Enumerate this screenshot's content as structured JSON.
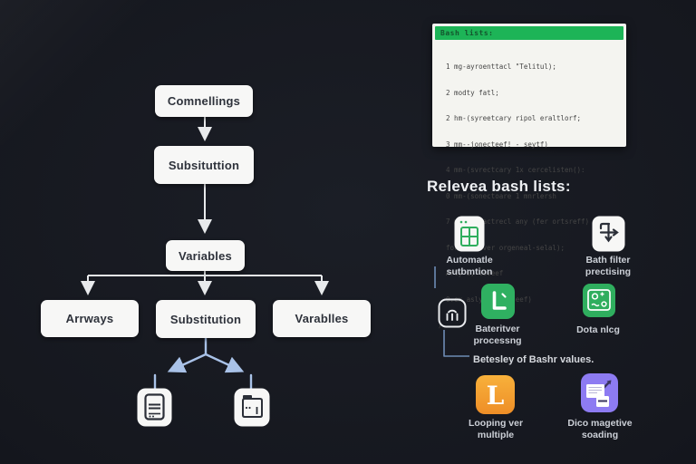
{
  "flowchart": {
    "nodes": [
      "Comnellings",
      "Subsituttion",
      "Variables",
      "Arrways",
      "Substitution",
      "Varablles"
    ]
  },
  "code_window": {
    "title": "Bash lists:",
    "lines": [
      "  1 mg-ayroenttacl \"Telitul);",
      "  2 modty fatl;",
      "  2 hm-(syreetcary ripol eraltlorf;",
      "  3 mm--jonecteef! - seytf)",
      "  4 mm-(svrectcary 1x cercelisten():",
      "  0 mm-(sonectoare 1 mnrlersh",
      "  7 my--joractrecl any (fer ortsreff)",
      "  forness over orgeneal-selal);",
      "  Arty i, loveef",
      "  0.cx aslylas carleef)",
      ")"
    ]
  },
  "right_panel": {
    "heading": "Relevea bash lists:",
    "note": "Betesley of Bashr values.",
    "items": [
      {
        "icon": "table-grid-icon",
        "line1": "Automatle",
        "line2": "sutbmtion"
      },
      {
        "icon": "transform-arrows-icon",
        "line1": "Bath filter",
        "line2": "prectising"
      },
      {
        "icon": "green-l-folder-icon",
        "line1": "Bateritver",
        "line2": "processng"
      },
      {
        "icon": "data-person-chart-icon",
        "line1": "Dota nlcg",
        "line2": ""
      },
      {
        "icon": "orange-letter-l-icon",
        "line1": "Looping ver",
        "line2": "multiple"
      },
      {
        "icon": "purple-documents-icon",
        "line1": "Dico magetive",
        "line2": "soading"
      }
    ]
  },
  "colors": {
    "background": "#15171e",
    "box_white": "#f7f7f6",
    "accent_blue": "#a9c2e8",
    "dim_blue": "#6e8cb5",
    "green": "#2fae5e",
    "orange": "#f2a032",
    "purple": "#8d7bf2",
    "code_header_green": "#1db457"
  }
}
